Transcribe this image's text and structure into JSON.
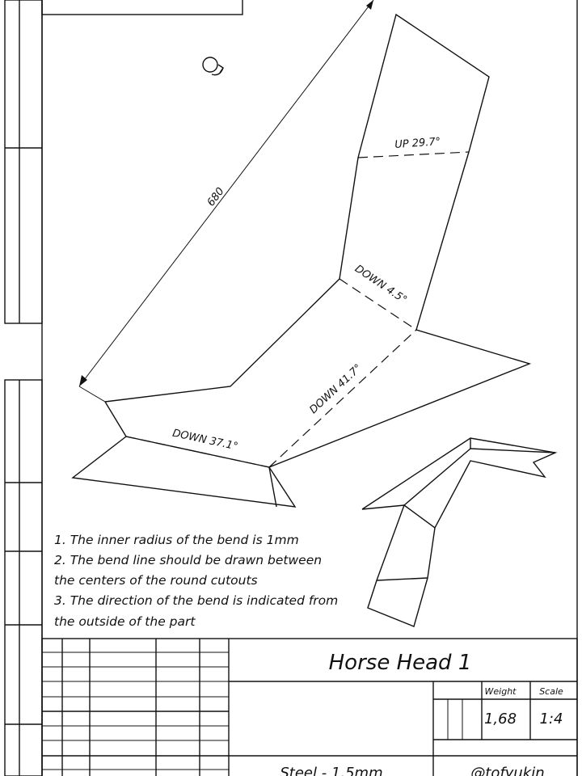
{
  "drawing": {
    "dimension_label": "680",
    "bend_labels": {
      "up_29_7": "UP 29.7°",
      "down_4_5": "DOWN 4.5°",
      "down_41_7": "DOWN 41.7°",
      "down_37_1": "DOWN 37.1°"
    }
  },
  "notes": [
    "1. The inner radius of the bend is 1mm",
    "2. The bend line should be drawn between",
    "the centers of the round cutouts",
    "3. The direction of the bend is indicated from",
    "the outside of the part"
  ],
  "title_block": {
    "title": "Horse Head 1",
    "weight_header": "Weight",
    "scale_header": "Scale",
    "weight_value": "1,68",
    "scale_value": "1:4",
    "material": "Steel - 1.5mm",
    "author": "@tofyukin"
  }
}
